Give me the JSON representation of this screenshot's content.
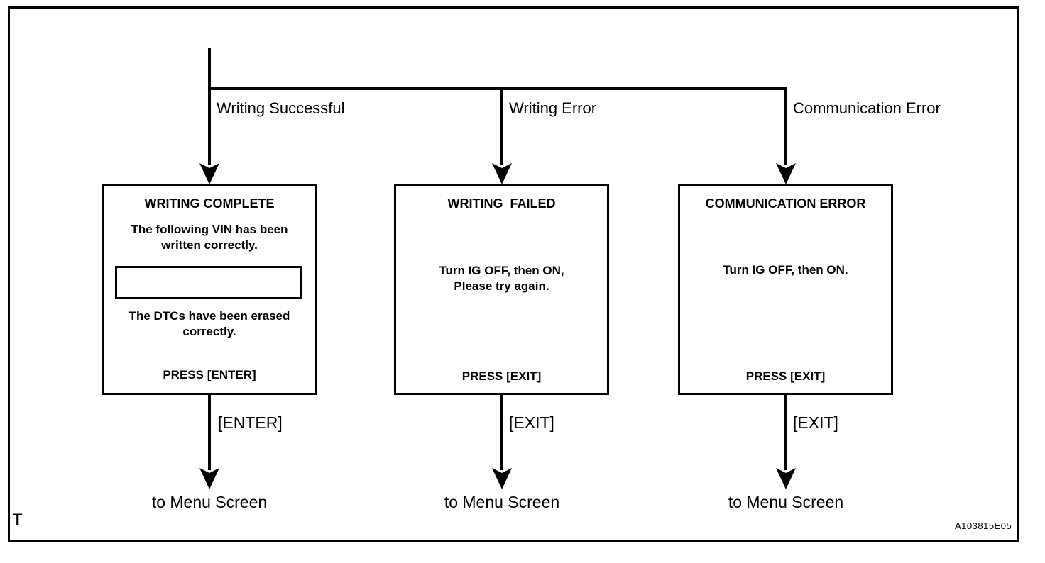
{
  "figure": {
    "code": "A103815E05",
    "corner_letter": "T"
  },
  "branches": [
    {
      "label": "Writing Successful",
      "key_label": "[ENTER]",
      "destination": "to Menu Screen",
      "box": {
        "title": "WRITING COMPLETE",
        "message1": "The following VIN has been\nwritten correctly.",
        "vin_field_value": "",
        "message2": "The DTCs have been erased\ncorrectly.",
        "press_label": "PRESS [ENTER]"
      }
    },
    {
      "label": "Writing Error",
      "key_label": "[EXIT]",
      "destination": "to Menu Screen",
      "box": {
        "title": "WRITING  FAILED",
        "message1": "Turn IG OFF, then ON,\nPlease try again.",
        "press_label": "PRESS [EXIT]"
      }
    },
    {
      "label": "Communication Error",
      "key_label": "[EXIT]",
      "destination": "to Menu Screen",
      "box": {
        "title": "COMMUNICATION ERROR",
        "message1": "Turn IG OFF, then ON.",
        "press_label": "PRESS [EXIT]"
      }
    }
  ]
}
